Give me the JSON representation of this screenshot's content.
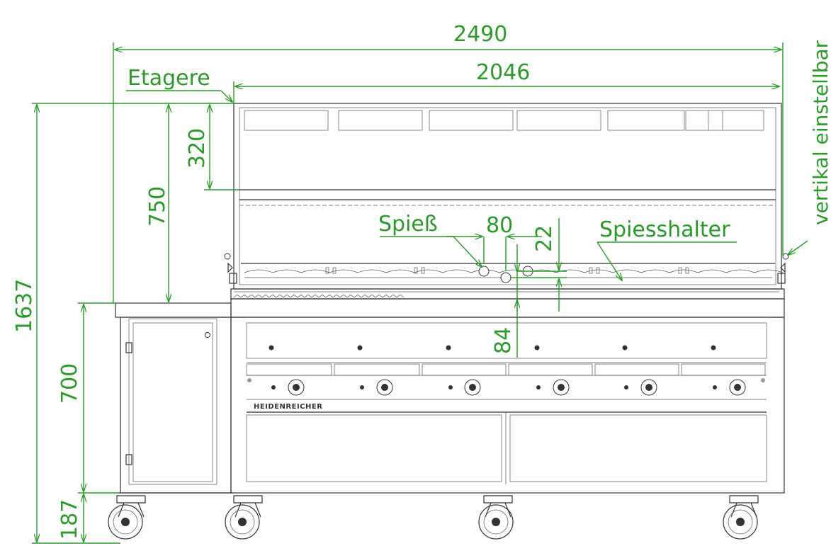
{
  "labels": {
    "etagere": "Etagere",
    "spiess": "Spieß",
    "spiesshalter": "Spiesshalter",
    "vertical": "vertikal einstellbar",
    "brand": "HEIDENREICHER"
  },
  "dimensions": {
    "overall_width": "2490",
    "inner_width": "2046",
    "total_height": "1637",
    "upper_height": "750",
    "etagere_height": "320",
    "table_height": "700",
    "wheel_height": "187",
    "skewer_spacing": "80",
    "skewer_offset": "22",
    "skewer_height": "84"
  },
  "colors": {
    "dimension": "#2b9a2b",
    "drawing": "#333333"
  }
}
